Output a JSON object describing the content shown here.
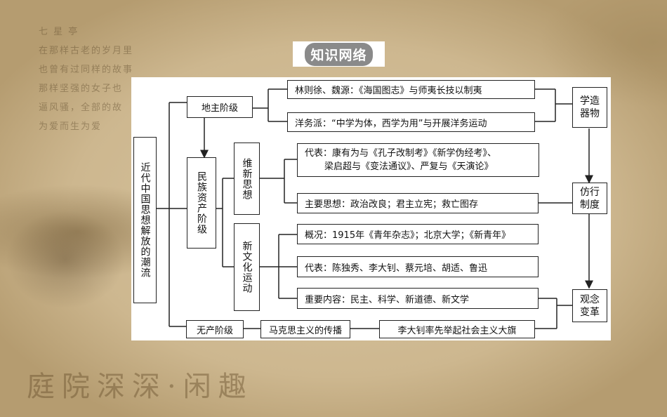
{
  "title": "知识网络",
  "background": {
    "deco_lines": [
      "七 星 亭",
      "在那样古老的岁月里",
      "也曾有过同样的故事",
      "那样坚强的女子也",
      "逼风骚，全部的故",
      "为爱而生为爱"
    ],
    "footer_brush": "庭院深深·闲趣"
  },
  "diagram": {
    "root": "近代中国思想解放的潮流",
    "landlord": "地主阶级",
    "landlord_items": [
      "林则徐、魏源：《海国图志》与师夷长技以制夷",
      "洋务派：“中学为体，西学为用”与开展洋务运动"
    ],
    "bourgeois": "民族资产阶级",
    "reform": "维新思想",
    "reform_rep_line1": "代表：康有为与《孔子改制考》《新学伪经考》、",
    "reform_rep_line2": "梁启超与《变法通议》、严复与《天演论》",
    "reform_main": "主要思想：政治改良；君主立宪；救亡图存",
    "newculture": "新文化运动",
    "nc_overview": "概况：1915年《青年杂志》；北京大学；《新青年》",
    "nc_rep": "代表：陈独秀、李大钊、蔡元培、胡适、鲁迅",
    "nc_content": "重要内容：民主、科学、新道德、新文学",
    "proletariat": "无产阶级",
    "marxism": "马克思主义的传播",
    "lidazhao": "李大钊率先举起社会主义大旗",
    "stage1": [
      "学造",
      "器物"
    ],
    "stage2": [
      "仿行",
      "制度"
    ],
    "stage3": [
      "观念",
      "变革"
    ]
  }
}
